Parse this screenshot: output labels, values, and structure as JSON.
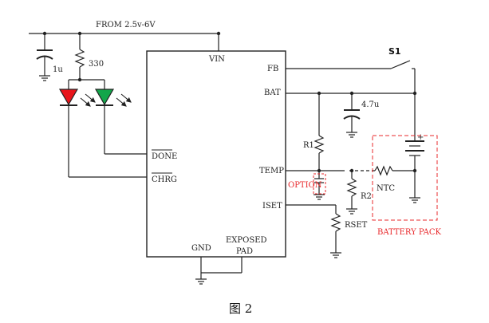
{
  "header": {
    "supply": "FROM 2.5v-6V"
  },
  "components": {
    "cap_in": "1u",
    "led_resistor": "330",
    "cap_bat": "4.7u",
    "r1": "R1",
    "r2": "R2",
    "rset": "RSET",
    "ntc": "NTC",
    "switch": "S1"
  },
  "pins": {
    "vin": "VIN",
    "fb": "FB",
    "bat": "BAT",
    "done": "DONE",
    "chrg": "CHRG",
    "temp": "TEMP",
    "iset": "ISET",
    "gnd": "GND",
    "exposed_line1": "EXPOSED",
    "exposed_line2": "PAD"
  },
  "annotations": {
    "option": "OPTION",
    "battery_pack": "BATTERY PACK"
  },
  "caption": "图 2",
  "colors": {
    "led_red": "#e8151b",
    "led_green": "#12a64a",
    "annotation": "#e8282b"
  }
}
